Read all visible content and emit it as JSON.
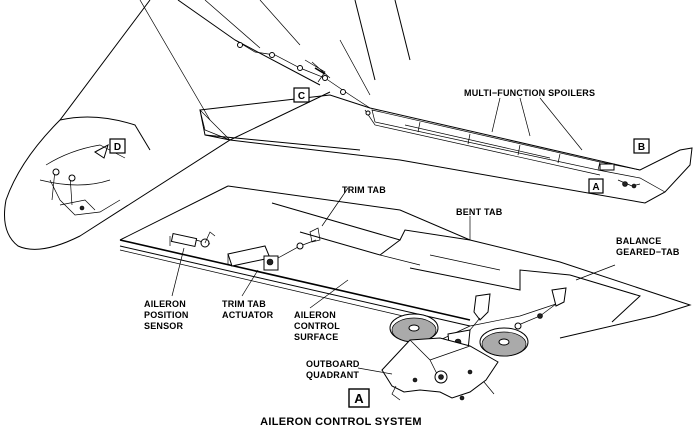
{
  "labels": {
    "multi_function_spoilers": "MULTI−FUNCTION SPOILERS",
    "trim_tab": "TRIM TAB",
    "bent_tab": "BENT TAB",
    "balance_geared_tab_1": "BALANCE",
    "balance_geared_tab_2": "GEARED−TAB",
    "aileron_position_sensor_1": "AILERON",
    "aileron_position_sensor_2": "POSITION",
    "aileron_position_sensor_3": "SENSOR",
    "trim_tab_actuator_1": "TRIM TAB",
    "trim_tab_actuator_2": "ACTUATOR",
    "aileron_control_surface_1": "AILERON",
    "aileron_control_surface_2": "CONTROL",
    "aileron_control_surface_3": "SURFACE",
    "outboard_quadrant_1": "OUTBOARD",
    "outboard_quadrant_2": "QUADRANT"
  },
  "callouts": {
    "a_small": "A",
    "b": "B",
    "c": "C",
    "d": "D",
    "a_detail": "A"
  },
  "title": "AILERON CONTROL SYSTEM"
}
